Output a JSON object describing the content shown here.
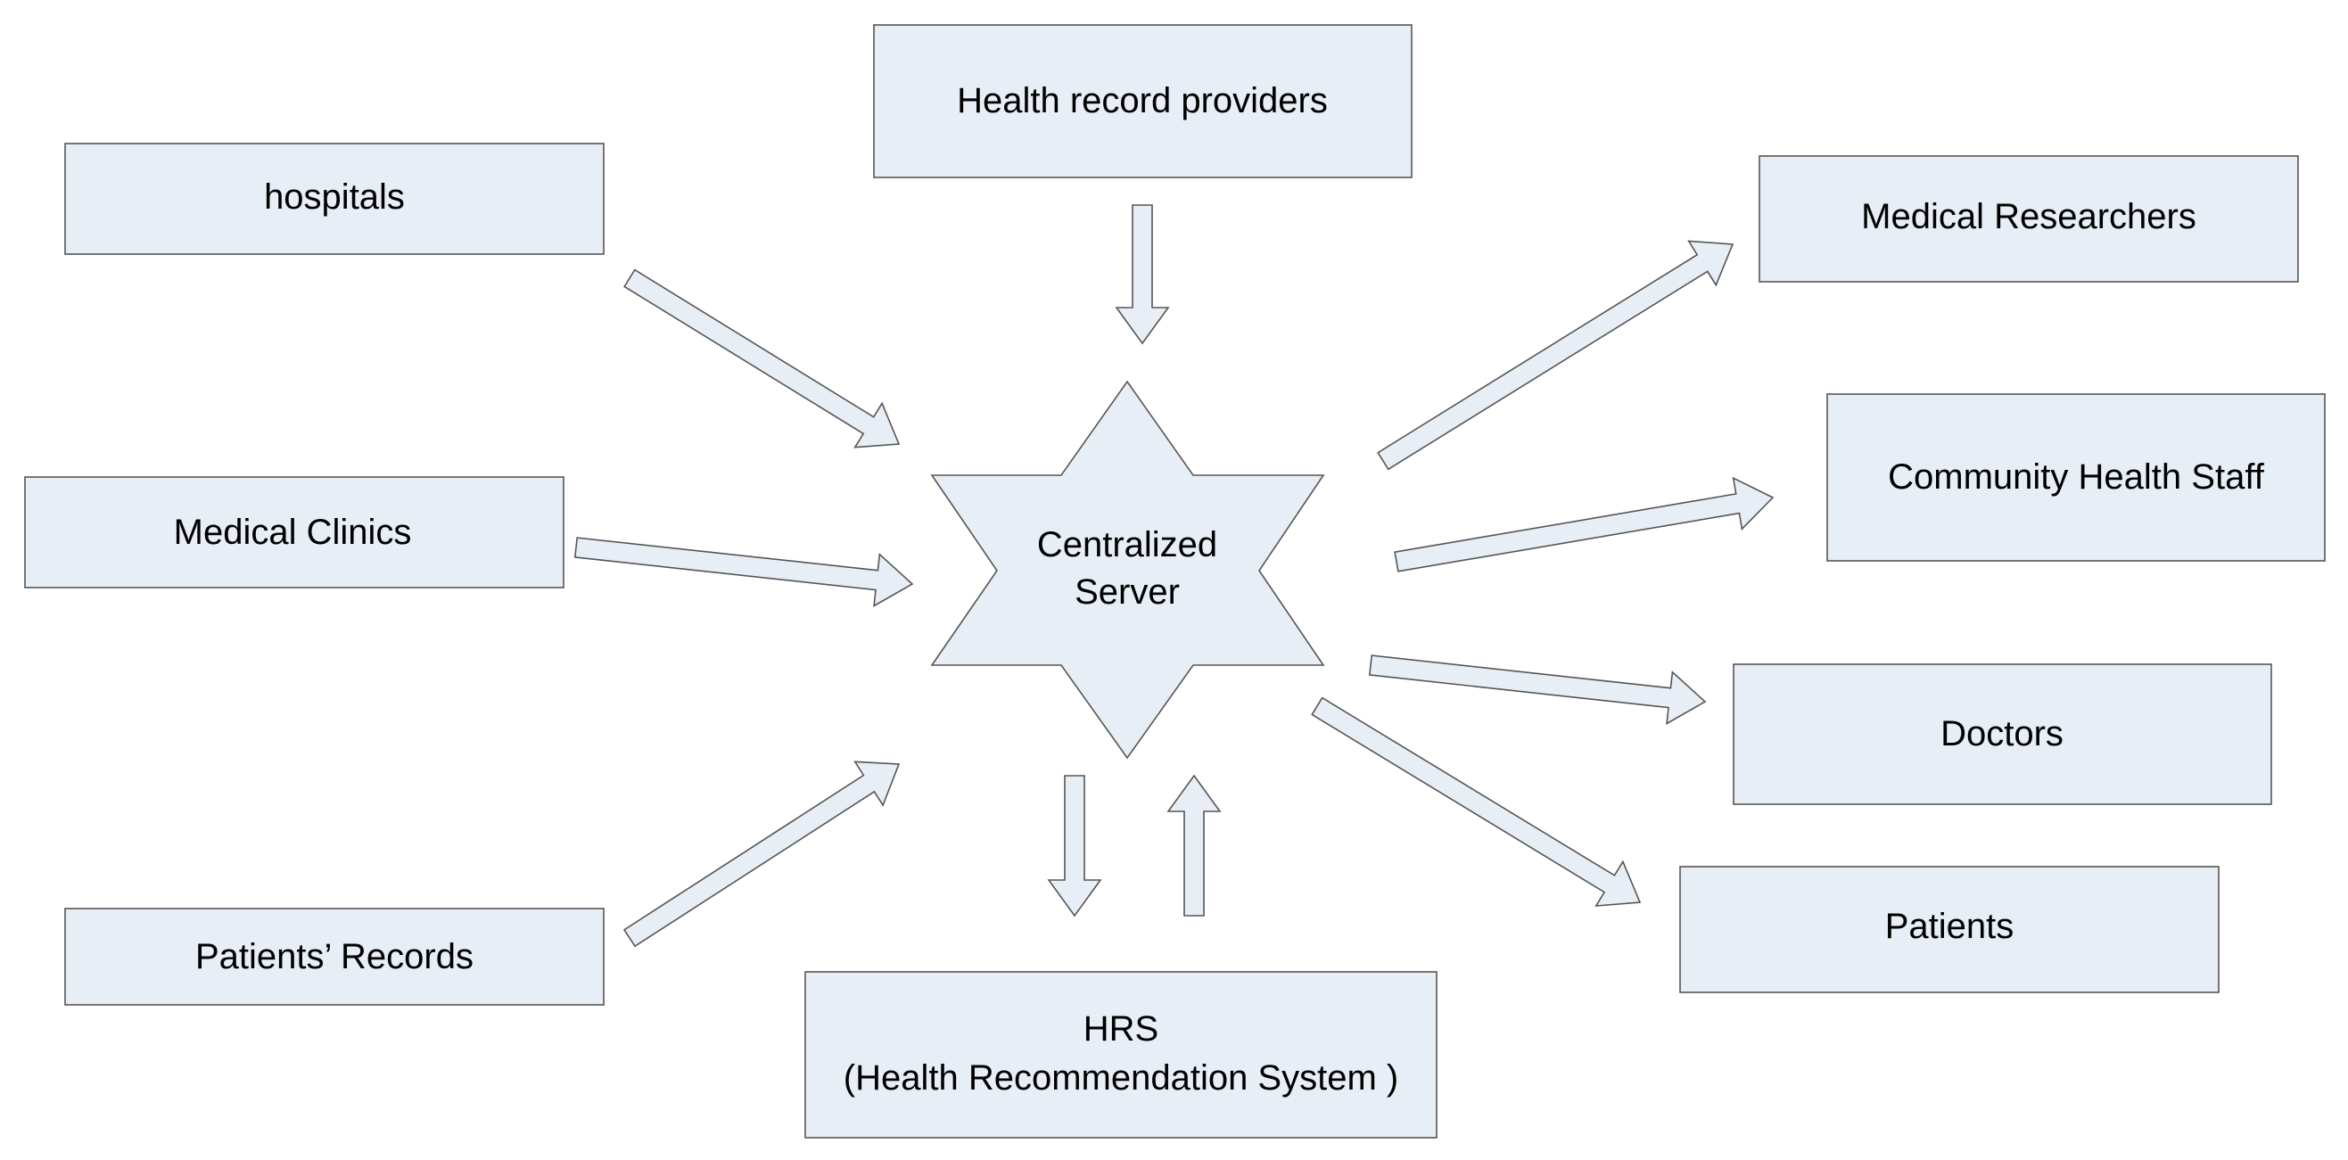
{
  "diagram": {
    "center": {
      "line1": "Centralized",
      "line2": "Server"
    },
    "sources": {
      "health_record_providers": "Health record providers",
      "hospitals": "hospitals",
      "medical_clinics": "Medical Clinics",
      "patients_records": "Patients’ Records"
    },
    "hrs": {
      "line1": "HRS",
      "line2": "(Health Recommendation System )"
    },
    "recipients": {
      "medical_researchers": "Medical Researchers",
      "community_health_staff": "Community Health Staff",
      "doctors": "Doctors",
      "patients": "Patients"
    }
  }
}
